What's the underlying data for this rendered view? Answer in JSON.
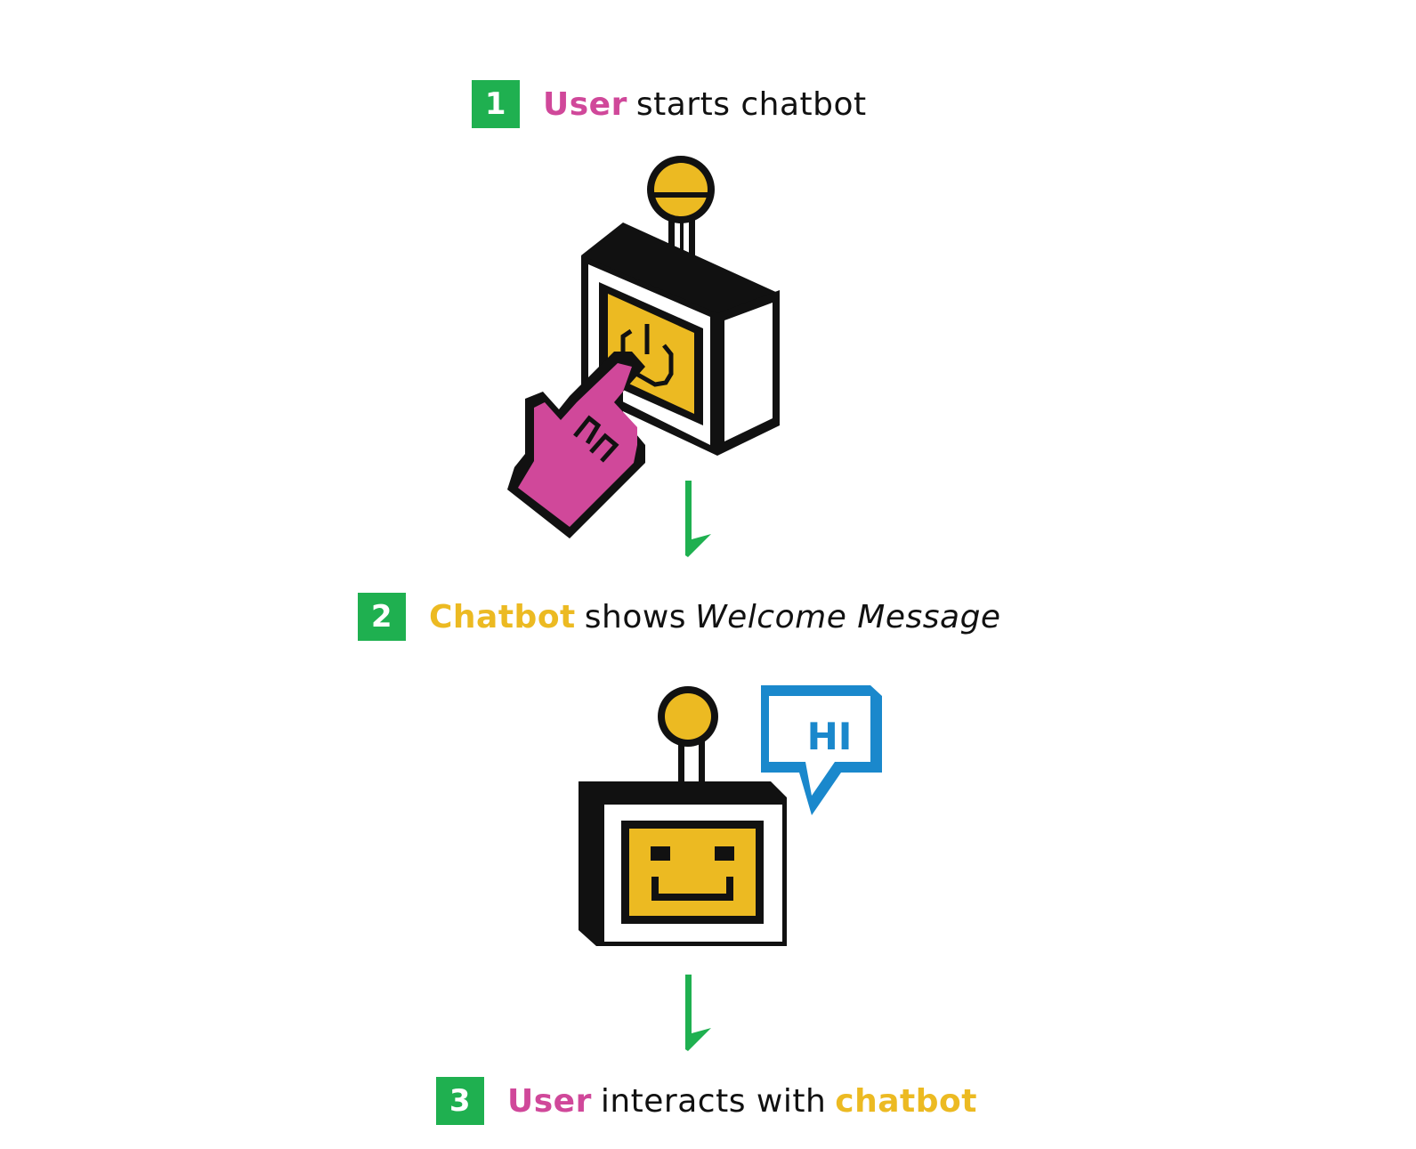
{
  "colors": {
    "green": "#1fb050",
    "pink": "#d0489a",
    "yellow": "#ecba22",
    "blue": "#1a88cc",
    "black": "#111111"
  },
  "steps": [
    {
      "number": "1",
      "highlight": "User",
      "text": "starts chatbot"
    },
    {
      "number": "2",
      "highlight": "Chatbot",
      "text": "shows",
      "emphasis": "Welcome Message"
    },
    {
      "number": "3",
      "highlight": "User",
      "text": "interacts with",
      "highlight2": "chatbot"
    }
  ],
  "bubble": {
    "text": "HI"
  },
  "icons": [
    "power-box-icon",
    "pointer-hand-icon",
    "power-symbol-icon",
    "down-arrow-icon",
    "robot-face-icon",
    "speech-bubble-icon"
  ]
}
